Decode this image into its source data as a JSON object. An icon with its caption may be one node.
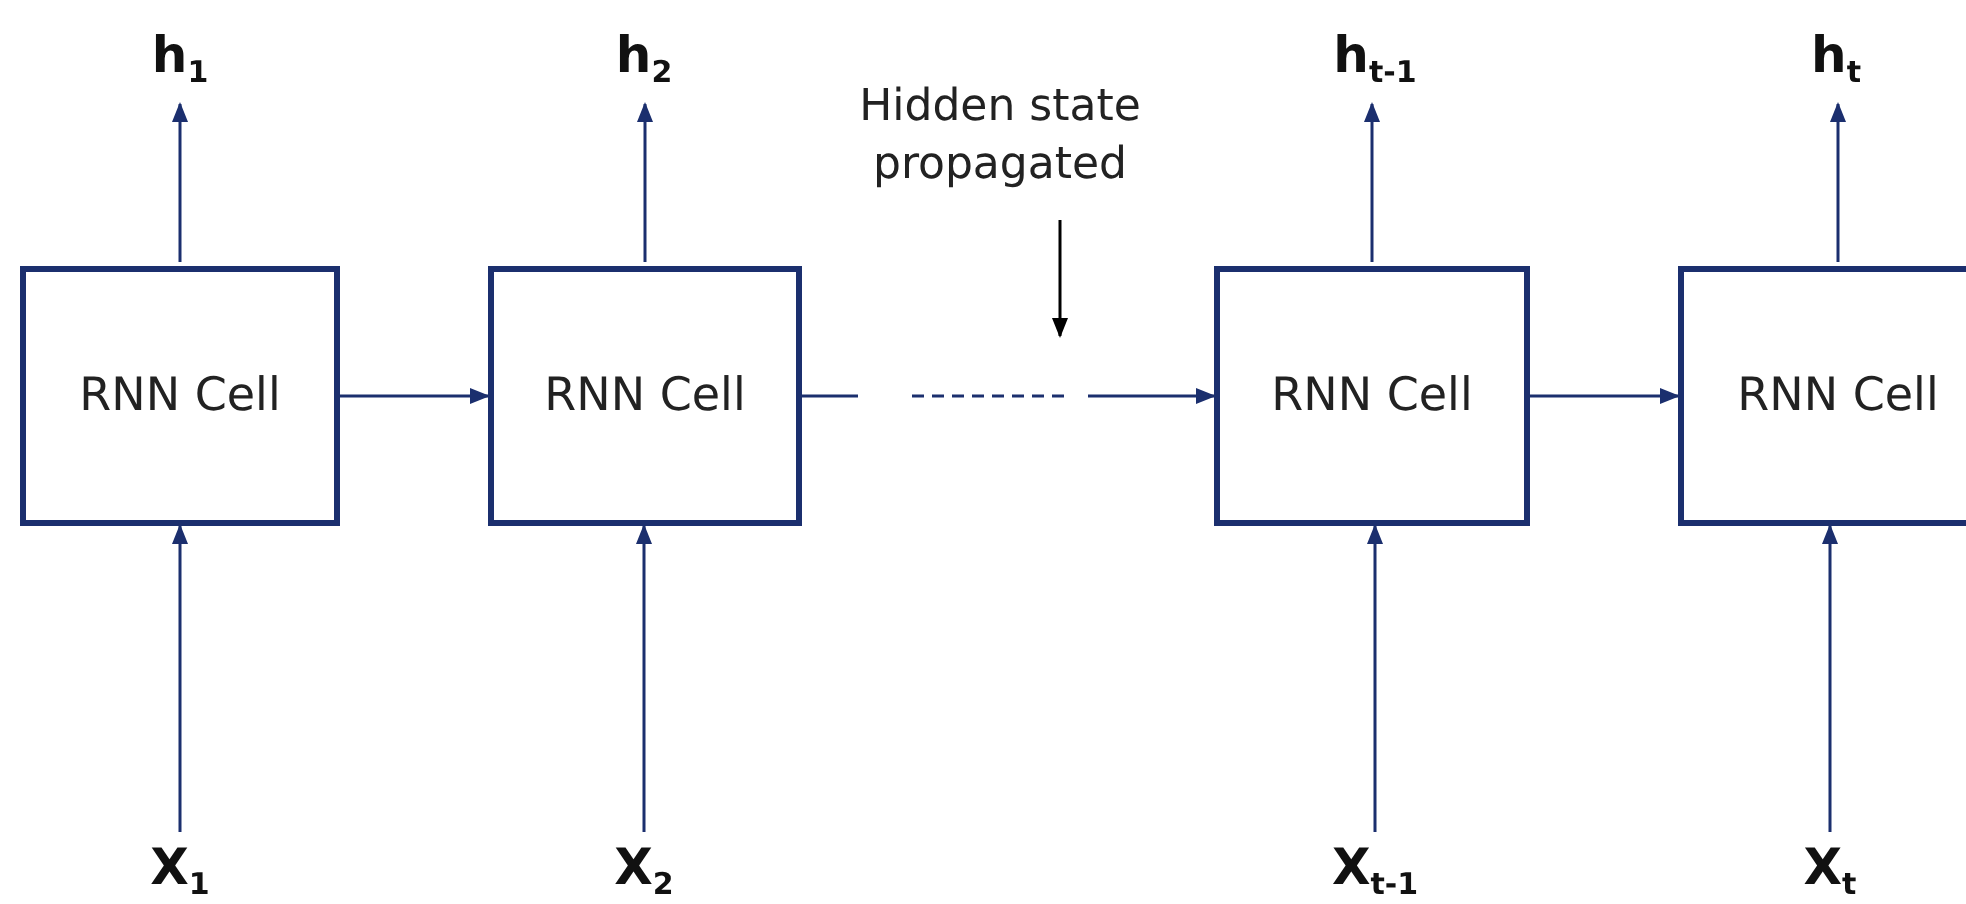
{
  "diagram": {
    "nodes": [
      {
        "text": [
          "h$_{1}$"
        ]
      },
      {
        "text": [
          "h$_{2}$"
        ]
      },
      {
        "text": [
          "Hidden state propagated"
        ]
      },
      {
        "text": [
          "h$_{t-1}$"
        ]
      },
      {
        "text": [
          "h$_{t}$"
        ]
      },
      {
        "text": [
          "RNN Cell"
        ]
      },
      {
        "text": [
          "RNN Cell"
        ]
      },
      {
        "text": [
          "RNN Cell"
        ]
      },
      {
        "text": [
          "RNN Cell"
        ]
      },
      {
        "text": [
          "X$_{1}$"
        ]
      },
      {
        "text": [
          "X$_{2}$"
        ]
      },
      {
        "text": [
          "X$_{t-1}$"
        ]
      },
      {
        "text": [
          "X$_{t}$"
        ]
      }
    ],
    "edges": [
      {
        "from": 9,
        "to": 5,
        "arrow": "to"
      },
      {
        "from": 10,
        "to": 6,
        "arrow": "to"
      },
      {
        "from": 11,
        "to": 7,
        "arrow": "to"
      },
      {
        "from": 12,
        "to": 8,
        "arrow": "to"
      },
      {
        "from": 5,
        "to": 0,
        "arrow": "to"
      },
      {
        "from": 6,
        "to": 1,
        "arrow": "to"
      },
      {
        "from": 7,
        "to": 3,
        "arrow": "to"
      },
      {
        "from": 8,
        "to": 4,
        "arrow": "to"
      },
      {
        "from": 5,
        "to": 6,
        "arrow": "to"
      },
      {
        "from": 6,
        "to": 7,
        "arrow": "to",
        "style": "dashed"
      },
      {
        "from": 7,
        "to": 8,
        "arrow": "to"
      },
      {
        "from": 2,
        "to": null,
        "arrow": "to",
        "color": "#000000"
      }
    ]
  }
}
